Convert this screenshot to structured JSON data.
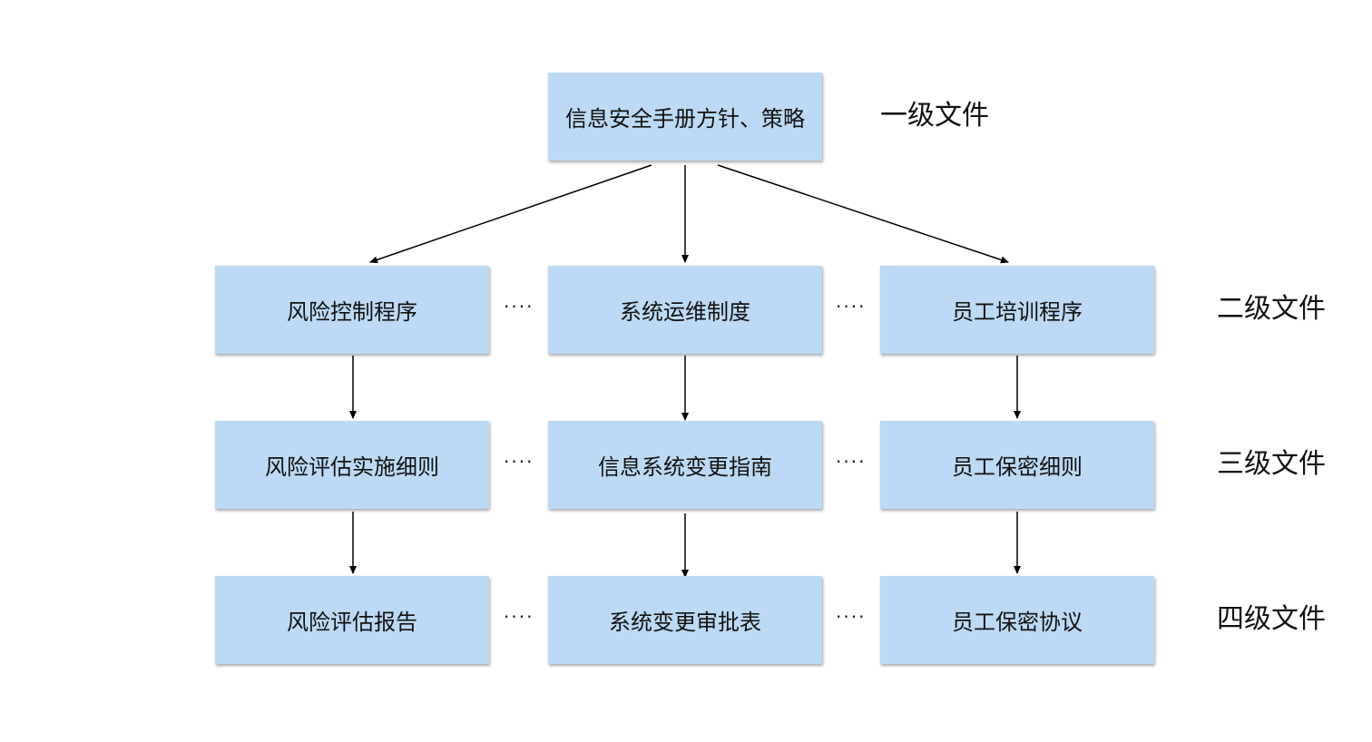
{
  "nodes": {
    "level1": {
      "label": "信息安全手册方针、策略"
    },
    "level2": [
      {
        "label": "风险控制程序"
      },
      {
        "label": "系统运维制度"
      },
      {
        "label": "员工培训程序"
      }
    ],
    "level3": [
      {
        "label": "风险评估实施细则"
      },
      {
        "label": "信息系统变更指南"
      },
      {
        "label": "员工保密细则"
      }
    ],
    "level4": [
      {
        "label": "风险评估报告"
      },
      {
        "label": "系统变更审批表"
      },
      {
        "label": "员工保密协议"
      }
    ]
  },
  "level_labels": [
    "一级文件",
    "二级文件",
    "三级文件",
    "四级文件"
  ],
  "ellipsis": "····",
  "colors": {
    "box_fill": "#bcdaf5",
    "arrow": "#000000",
    "text": "#111111"
  }
}
